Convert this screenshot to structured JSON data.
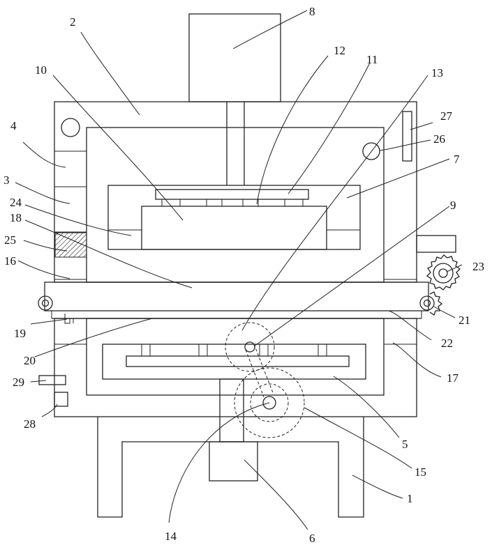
{
  "figure": {
    "type": "mechanical-patent-drawing",
    "line_color": "#222222",
    "background": "#ffffff",
    "part_labels": [
      "1",
      "2",
      "3",
      "4",
      "5",
      "6",
      "7",
      "8",
      "9",
      "10",
      "11",
      "12",
      "13",
      "14",
      "15",
      "16",
      "17",
      "18",
      "19",
      "20",
      "21",
      "22",
      "23",
      "24",
      "25",
      "26",
      "27",
      "28",
      "29"
    ]
  }
}
